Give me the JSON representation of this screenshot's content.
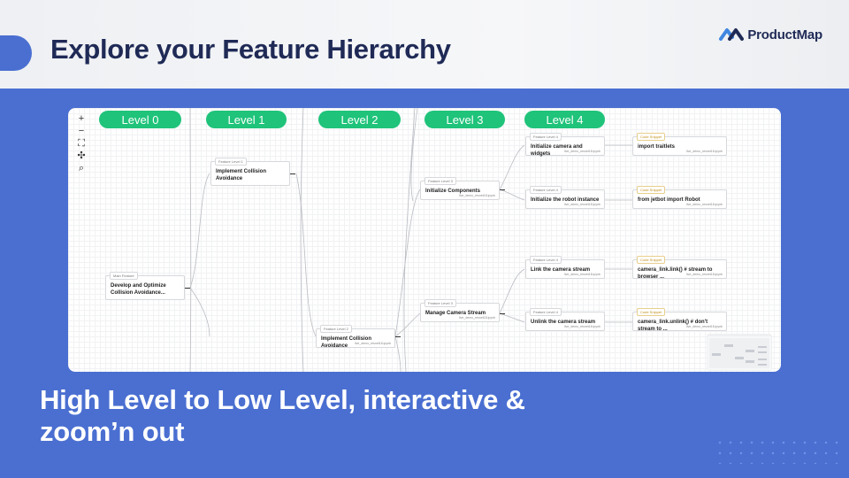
{
  "slide": {
    "title": "Explore your Feature Hierarchy",
    "subtitle": "High Level to Low Level, interactive & zoom’n out"
  },
  "brand": {
    "name": "ProductMap",
    "icon": "productmap-logo-icon",
    "color": "#1f2a56",
    "accent": "#4a6fd1"
  },
  "toolbar": {
    "zoom_in": "+",
    "zoom_out": "−",
    "fit": "⛶",
    "expand": "✣",
    "search": "⌕"
  },
  "levels": [
    "Level 0",
    "Level 1",
    "Level 2",
    "Level 3",
    "Level 4"
  ],
  "nodes": {
    "main": {
      "tag": "Main Feature",
      "label": "Develop and Optimize Collision Avoidance..."
    },
    "l1": {
      "tag": "Feature Level 1",
      "label": "Implement Collision Avoidance"
    },
    "l2": {
      "tag": "Feature Level 2",
      "label": "Implement Collision Avoidance",
      "file": "live_demo_resnet18.ipynb"
    },
    "l3a": {
      "tag": "Feature Level 3",
      "label": "Initialize Components",
      "file": "live_demo_resnet18.ipynb"
    },
    "l3b": {
      "tag": "Feature Level 3",
      "label": "Manage Camera Stream",
      "file": "live_demo_resnet18.ipynb"
    },
    "l4a": {
      "tag": "Feature Level 4",
      "label": "Initialize camera and widgets",
      "file": "live_demo_resnet18.ipynb"
    },
    "l4b": {
      "tag": "Feature Level 4",
      "label": "Initialize the robot instance",
      "file": "live_demo_resnet18.ipynb"
    },
    "l4c": {
      "tag": "Feature Level 4",
      "label": "Link the camera stream",
      "file": "live_demo_resnet18.ipynb"
    },
    "l4d": {
      "tag": "Feature Level 4",
      "label": "Unlink the camera stream",
      "file": "live_demo_resnet18.ipynb"
    },
    "s1": {
      "tag": "Code Snippet",
      "label": "import traitlets",
      "file": "live_demo_resnet18.ipynb"
    },
    "s2": {
      "tag": "Code Snippet",
      "label": "from jetbot import Robot",
      "file": "live_demo_resnet18.ipynb"
    },
    "s3": {
      "tag": "Code Snippet",
      "label": "camera_link.link() # stream to browser ...",
      "file": "live_demo_resnet18.ipynb"
    },
    "s4": {
      "tag": "Code Snippet",
      "label": "camera_link.unlink() # don't stream to ...",
      "file": "live_demo_resnet18.ipynb"
    }
  },
  "colors": {
    "level_pill": "#1fc37a",
    "background": "#4a6fd1",
    "title": "#1f2a56"
  }
}
